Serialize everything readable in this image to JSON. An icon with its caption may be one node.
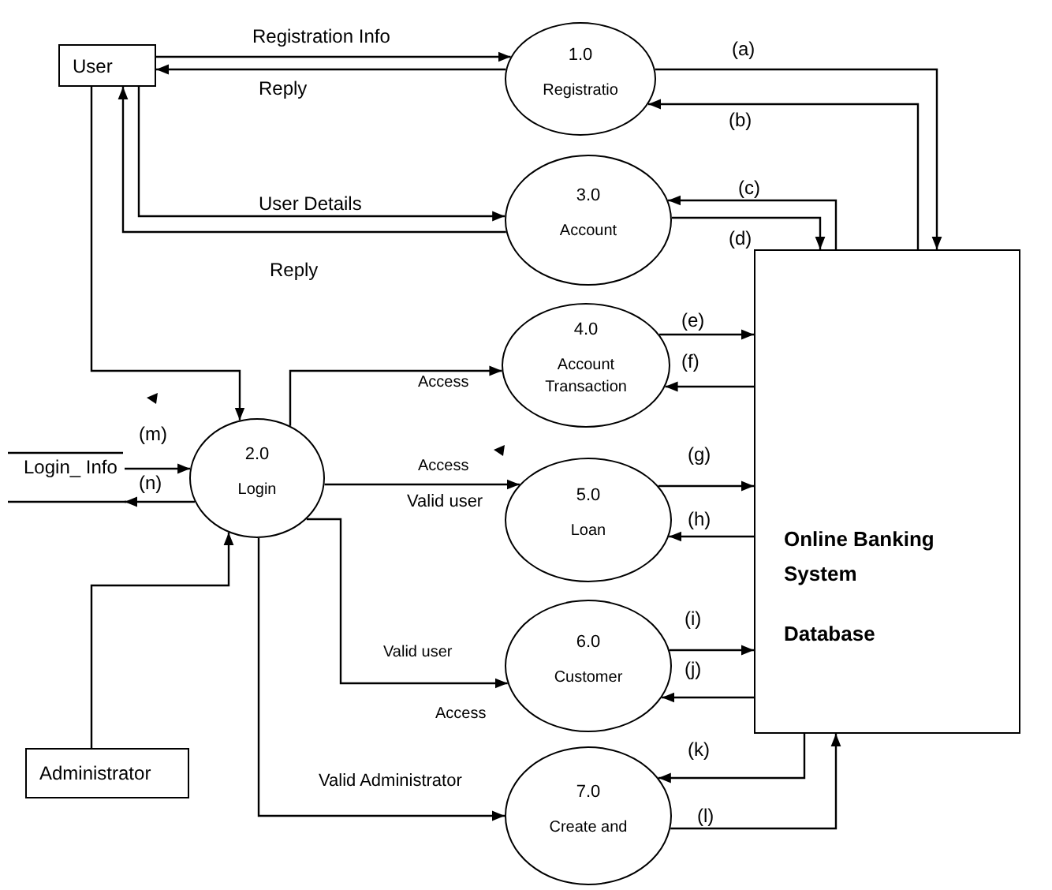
{
  "diagram": {
    "nodes": [
      {
        "text": [
          "User"
        ]
      },
      {
        "text": [
          "1.0",
          "Registratio"
        ]
      },
      {
        "text": [
          "3.0",
          "Account"
        ]
      },
      {
        "text": [
          "4.0",
          "Account Transaction"
        ]
      },
      {
        "text": [
          "2.0",
          "Login"
        ]
      },
      {
        "text": [
          "5.0",
          "Loan"
        ]
      },
      {
        "text": [
          "6.0",
          "Customer"
        ]
      },
      {
        "text": [
          "7.0",
          "Create and"
        ]
      },
      {
        "text": [
          "Online Banking System",
          "Database"
        ]
      },
      {
        "text": [
          "Administrator"
        ]
      },
      {
        "text": [
          "Login_ Info"
        ]
      }
    ],
    "edges": [
      {
        "from": 0,
        "to": 1,
        "arrow": "to",
        "label": "Registration Info"
      },
      {
        "from": 1,
        "to": 0,
        "arrow": "to",
        "label": "Reply"
      },
      {
        "from": 0,
        "to": 2,
        "arrow": "to",
        "label": "User Details"
      },
      {
        "from": 2,
        "to": 0,
        "arrow": "to",
        "label": "Reply"
      },
      {
        "from": 1,
        "to": 8,
        "arrow": "to",
        "label": "(a)"
      },
      {
        "from": 8,
        "to": 1,
        "arrow": "to",
        "label": "(b)"
      },
      {
        "from": 8,
        "to": 2,
        "arrow": "to",
        "label": "(c)"
      },
      {
        "from": 2,
        "to": 8,
        "arrow": "to",
        "label": "(d)"
      },
      {
        "from": 0,
        "to": 4,
        "arrow": "to"
      },
      {
        "from": 4,
        "to": 3,
        "arrow": "to",
        "label": "Access"
      },
      {
        "from": 4,
        "to": 5,
        "arrow": "to",
        "label": "Access"
      },
      {
        "from": 4,
        "to": 6,
        "arrow": "to",
        "label": "Valid user"
      },
      {
        "from": 4,
        "to": 7,
        "arrow": "to",
        "label": "Valid Administrator"
      },
      {
        "from": 9,
        "to": 4,
        "arrow": "to"
      },
      {
        "from": 10,
        "to": 4,
        "arrow": "to",
        "label": "(m)"
      },
      {
        "from": 4,
        "to": 10,
        "arrow": "to",
        "label": "(n)"
      },
      {
        "from": 3,
        "to": 8,
        "arrow": "to",
        "label": "(e)"
      },
      {
        "from": 8,
        "to": 3,
        "arrow": "to",
        "label": "(f)"
      },
      {
        "from": 5,
        "to": 8,
        "arrow": "to",
        "label": "(g)"
      },
      {
        "from": 8,
        "to": 5,
        "arrow": "to",
        "label": "(h)"
      },
      {
        "from": 6,
        "to": 8,
        "arrow": "to",
        "label": "(i)"
      },
      {
        "from": 8,
        "to": 6,
        "arrow": "to",
        "label": "(j)"
      },
      {
        "from": 8,
        "to": 7,
        "arrow": "to",
        "label": "(k)"
      },
      {
        "from": 7,
        "to": 8,
        "arrow": "to",
        "label": "(l)"
      }
    ],
    "labels": [
      "Valid user",
      "Access"
    ]
  }
}
